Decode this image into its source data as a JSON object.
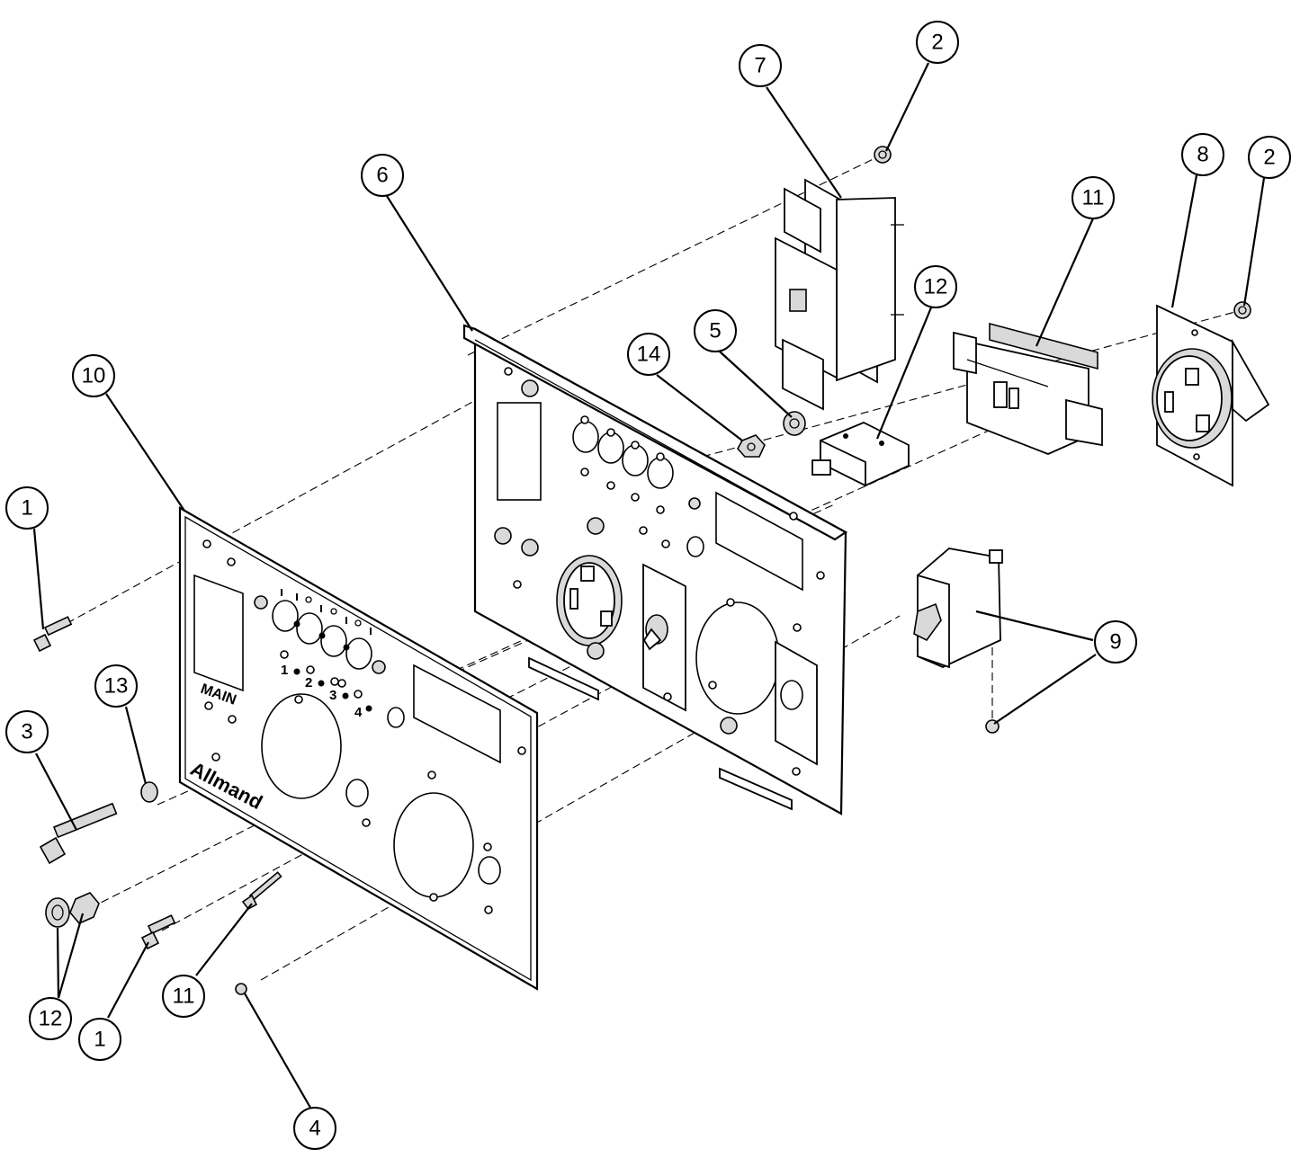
{
  "panel_text": {
    "main_label": "MAIN",
    "logo": "Allmand",
    "outlet_numbers": [
      "1",
      "2",
      "3",
      "4"
    ]
  },
  "callouts": [
    {
      "id": "c1a",
      "label": "1"
    },
    {
      "id": "c1b",
      "label": "1"
    },
    {
      "id": "c2a",
      "label": "2"
    },
    {
      "id": "c2b",
      "label": "2"
    },
    {
      "id": "c3",
      "label": "3"
    },
    {
      "id": "c4",
      "label": "4"
    },
    {
      "id": "c5",
      "label": "5"
    },
    {
      "id": "c6",
      "label": "6"
    },
    {
      "id": "c7",
      "label": "7"
    },
    {
      "id": "c8",
      "label": "8"
    },
    {
      "id": "c9",
      "label": "9"
    },
    {
      "id": "c10",
      "label": "10"
    },
    {
      "id": "c11a",
      "label": "11"
    },
    {
      "id": "c11b",
      "label": "11"
    },
    {
      "id": "c12a",
      "label": "12"
    },
    {
      "id": "c12b",
      "label": "12"
    },
    {
      "id": "c13",
      "label": "13"
    },
    {
      "id": "c14",
      "label": "14"
    }
  ]
}
